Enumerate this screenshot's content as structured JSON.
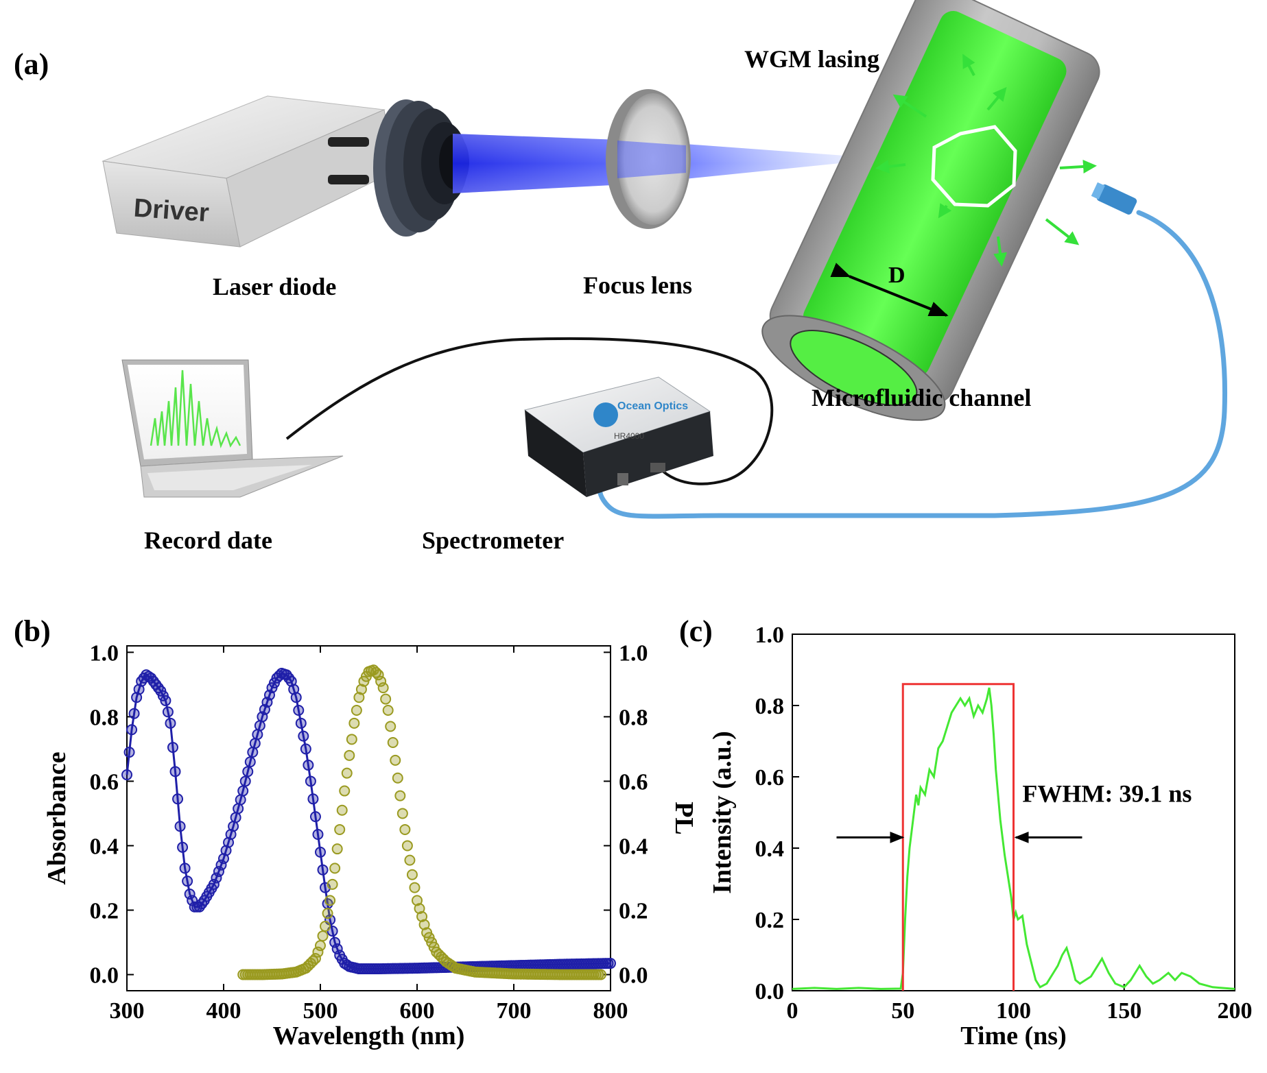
{
  "panel_a": {
    "label": "(a)",
    "driver_text": "Driver",
    "labels": {
      "laser_diode": "Laser diode",
      "focus_lens": "Focus lens",
      "wgm_lasing": "WGM lasing",
      "diameter": "D",
      "channel": "Microfluidic channel",
      "record": "Record date",
      "spectrometer": "Spectrometer"
    },
    "spectrometer_brand": "Ocean Optics",
    "spectrometer_model": "HR4000",
    "colors": {
      "beam": "#2b3be8",
      "gain": "#55ee44",
      "fiber": "#5fa6df",
      "tube": "#a8a8a8"
    }
  },
  "chart_data": [
    {
      "panel": "(b)",
      "type": "scatter",
      "xlabel": "Wavelength (nm)",
      "ylabel": "Absorbance",
      "ylabel_right": "PL",
      "xlim": [
        300,
        800
      ],
      "ylim": [
        -0.05,
        1.02
      ],
      "xticks": [
        300,
        400,
        500,
        600,
        700,
        800
      ],
      "yticks": [
        0.0,
        0.2,
        0.4,
        0.6,
        0.8,
        1.0
      ],
      "series": [
        {
          "role": "absorbance",
          "color": "#1f1fa8",
          "style": "circles-with-line",
          "points": [
            [
              300,
              0.62
            ],
            [
              305,
              0.76
            ],
            [
              310,
              0.86
            ],
            [
              315,
              0.91
            ],
            [
              320,
              0.93
            ],
            [
              325,
              0.92
            ],
            [
              330,
              0.9
            ],
            [
              335,
              0.88
            ],
            [
              340,
              0.85
            ],
            [
              345,
              0.78
            ],
            [
              350,
              0.63
            ],
            [
              355,
              0.46
            ],
            [
              360,
              0.33
            ],
            [
              365,
              0.25
            ],
            [
              370,
              0.21
            ],
            [
              375,
              0.21
            ],
            [
              380,
              0.23
            ],
            [
              390,
              0.28
            ],
            [
              400,
              0.36
            ],
            [
              410,
              0.46
            ],
            [
              420,
              0.57
            ],
            [
              430,
              0.69
            ],
            [
              440,
              0.8
            ],
            [
              450,
              0.89
            ],
            [
              455,
              0.92
            ],
            [
              460,
              0.935
            ],
            [
              465,
              0.93
            ],
            [
              470,
              0.91
            ],
            [
              475,
              0.86
            ],
            [
              480,
              0.78
            ],
            [
              485,
              0.7
            ],
            [
              490,
              0.6
            ],
            [
              495,
              0.49
            ],
            [
              500,
              0.38
            ],
            [
              505,
              0.27
            ],
            [
              510,
              0.17
            ],
            [
              515,
              0.1
            ],
            [
              520,
              0.06
            ],
            [
              525,
              0.035
            ],
            [
              530,
              0.025
            ],
            [
              540,
              0.018
            ],
            [
              560,
              0.018
            ],
            [
              600,
              0.02
            ],
            [
              650,
              0.024
            ],
            [
              700,
              0.028
            ],
            [
              750,
              0.032
            ],
            [
              800,
              0.035
            ]
          ]
        },
        {
          "role": "pl",
          "color": "#9a9a20",
          "style": "circles",
          "points": [
            [
              420,
              0.0
            ],
            [
              440,
              0.0
            ],
            [
              460,
              0.002
            ],
            [
              475,
              0.008
            ],
            [
              485,
              0.02
            ],
            [
              495,
              0.05
            ],
            [
              500,
              0.09
            ],
            [
              505,
              0.15
            ],
            [
              510,
              0.23
            ],
            [
              515,
              0.33
            ],
            [
              520,
              0.45
            ],
            [
              525,
              0.57
            ],
            [
              530,
              0.68
            ],
            [
              535,
              0.78
            ],
            [
              540,
              0.86
            ],
            [
              545,
              0.91
            ],
            [
              550,
              0.94
            ],
            [
              555,
              0.945
            ],
            [
              560,
              0.93
            ],
            [
              565,
              0.89
            ],
            [
              570,
              0.82
            ],
            [
              575,
              0.72
            ],
            [
              580,
              0.61
            ],
            [
              585,
              0.5
            ],
            [
              590,
              0.4
            ],
            [
              595,
              0.31
            ],
            [
              600,
              0.23
            ],
            [
              610,
              0.13
            ],
            [
              620,
              0.07
            ],
            [
              630,
              0.04
            ],
            [
              640,
              0.02
            ],
            [
              660,
              0.008
            ],
            [
              700,
              0.002
            ],
            [
              750,
              0.0
            ],
            [
              790,
              0.0
            ]
          ]
        }
      ]
    },
    {
      "panel": "(c)",
      "type": "line",
      "xlabel": "Time (ns)",
      "ylabel": "Intensity (a.u.)",
      "xlim": [
        0,
        200
      ],
      "ylim": [
        0,
        1.0
      ],
      "xticks": [
        0,
        50,
        100,
        150,
        200
      ],
      "yticks": [
        0.0,
        0.2,
        0.4,
        0.6,
        0.8,
        1.0
      ],
      "annotation": "FWHM: 39.1 ns",
      "series": [
        {
          "role": "signal",
          "color": "#44e833",
          "points": [
            [
              0,
              0.005
            ],
            [
              10,
              0.008
            ],
            [
              20,
              0.005
            ],
            [
              30,
              0.008
            ],
            [
              40,
              0.005
            ],
            [
              49,
              0.006
            ],
            [
              50,
              0.05
            ],
            [
              51,
              0.2
            ],
            [
              52,
              0.32
            ],
            [
              53,
              0.4
            ],
            [
              54,
              0.45
            ],
            [
              55,
              0.5
            ],
            [
              56,
              0.55
            ],
            [
              57,
              0.52
            ],
            [
              58,
              0.57
            ],
            [
              60,
              0.55
            ],
            [
              62,
              0.62
            ],
            [
              64,
              0.6
            ],
            [
              66,
              0.68
            ],
            [
              68,
              0.7
            ],
            [
              70,
              0.74
            ],
            [
              72,
              0.78
            ],
            [
              74,
              0.8
            ],
            [
              76,
              0.82
            ],
            [
              78,
              0.8
            ],
            [
              80,
              0.82
            ],
            [
              82,
              0.77
            ],
            [
              84,
              0.8
            ],
            [
              86,
              0.78
            ],
            [
              88,
              0.82
            ],
            [
              89,
              0.85
            ],
            [
              90,
              0.8
            ],
            [
              91,
              0.72
            ],
            [
              92,
              0.62
            ],
            [
              93,
              0.55
            ],
            [
              94,
              0.48
            ],
            [
              96,
              0.38
            ],
            [
              98,
              0.3
            ],
            [
              99,
              0.26
            ],
            [
              100,
              0.2
            ],
            [
              101,
              0.22
            ],
            [
              102,
              0.2
            ],
            [
              104,
              0.21
            ],
            [
              106,
              0.13
            ],
            [
              108,
              0.08
            ],
            [
              110,
              0.03
            ],
            [
              112,
              0.01
            ],
            [
              115,
              0.02
            ],
            [
              118,
              0.05
            ],
            [
              120,
              0.07
            ],
            [
              122,
              0.1
            ],
            [
              124,
              0.12
            ],
            [
              126,
              0.08
            ],
            [
              128,
              0.03
            ],
            [
              130,
              0.02
            ],
            [
              135,
              0.04
            ],
            [
              140,
              0.09
            ],
            [
              143,
              0.05
            ],
            [
              146,
              0.02
            ],
            [
              150,
              0.01
            ],
            [
              153,
              0.03
            ],
            [
              157,
              0.07
            ],
            [
              160,
              0.04
            ],
            [
              163,
              0.02
            ],
            [
              166,
              0.03
            ],
            [
              170,
              0.05
            ],
            [
              173,
              0.03
            ],
            [
              176,
              0.05
            ],
            [
              180,
              0.04
            ],
            [
              184,
              0.02
            ],
            [
              190,
              0.01
            ],
            [
              200,
              0.005
            ]
          ]
        },
        {
          "role": "pulse",
          "color": "#ee3333",
          "points": [
            [
              50,
              0
            ],
            [
              50,
              0.86
            ],
            [
              100,
              0.86
            ],
            [
              100,
              0
            ]
          ]
        }
      ]
    }
  ]
}
